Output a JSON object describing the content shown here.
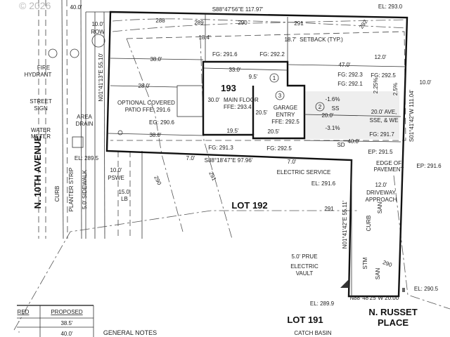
{
  "watermark": "© 2026",
  "lot_number": "193",
  "labels": {
    "row_width": "40.0'",
    "row_offset": "10.0'",
    "row": "ROW",
    "west_bearing": "N01°41'13\"E 55.10'",
    "c288": "288",
    "c289": "289",
    "c290": "290",
    "c291": "291",
    "c292": "292",
    "setback_184": "18.4'",
    "setback_187": "18.7'",
    "north_bearing": "S88°47'56\"E 117.97'",
    "el_293": "EL: 293.0",
    "setback_typ": "SETBACK (TYP.)",
    "fg_2916": "FG: 291.6",
    "fg_2922": "FG: 292.2",
    "d38_top": "38.0'",
    "d47": "47.0'",
    "d12_top": "12.0'",
    "d33": "33.0'",
    "d95": "9.5'",
    "callout_1": "1",
    "callout_2": "2",
    "callout_3": "3",
    "fg_2923": "FG: 292.3",
    "fg_2925_right": "FG: 292.5",
    "fg_2921": "FG: 292.1",
    "slope_225": "2.25%",
    "slope_25": "2.5%",
    "d10_right": "10.0'",
    "d30": "30.0'",
    "main_floor": "MAIN FLOOR",
    "main_ffe": "FFE: 293.4",
    "d28": "28.0'",
    "patio_1": "OPTIONAL COVERED",
    "patio_2": "PATIO FFE: 291.6",
    "slope_16": "-1.6%",
    "ss": "SS",
    "d20_drive": "20.0'",
    "slope_31": "-3.1%",
    "d205_v": "20.5'",
    "garage_1": "GARAGE",
    "garage_2": "ENTRY",
    "garage_ffe": "FFE: 292.5",
    "ave_1": "20.0' AVE,",
    "ave_2": "SSE, & WE",
    "east_bearing": "S01°41'42\"W 111.04'",
    "eg_2906": "EG: 290.6",
    "street_sign_1": "STREET",
    "street_sign_2": "SIGN",
    "fire_1": "FIRE",
    "fire_2": "HYDRANT",
    "area_drain_1": "AREA",
    "area_drain_2": "DRAIN",
    "water_1": "WATER",
    "water_2": "METER",
    "d195": "19.5'",
    "d205_h": "20.5'",
    "fg_2917": "FG: 291.7",
    "d40": "40.0'",
    "sd": "SD",
    "d38_bottom": "38.0'",
    "el_2895": "EL: 289.5",
    "fg_2913": "FG: 291.3",
    "fg_2925": "FG: 292.5",
    "ep_2915": "EP: 291.5",
    "d7_left": "7.0'",
    "d7_right": "7.0'",
    "south_bearing": "S88°18'47\"E 97.96'",
    "edge_1": "EDGE OF",
    "edge_2": "PAVEMENT",
    "ep_2916": "EP: 291.6",
    "electric_service": "ELECTRIC SERVICE",
    "el_2916": "EL: 291.6",
    "d10_pswe": "10.0'",
    "pswe": "PSWE",
    "d15": "15.0'",
    "lb": "LB",
    "avenue": "N. 10TH AVENUE",
    "curb_w": "CURB",
    "planter": "PLANTER STRIP",
    "sidewalk": "5.0' SIDEWALK",
    "lot192": "LOT 192",
    "c290_b": "290",
    "c291_b": "291",
    "c291_c": "291",
    "stem_bearing": "N01°41'42\"E 55.11'",
    "d12_drive": "12.0'",
    "driveway_1": "DRIVEWAY",
    "driveway_2": "APPROACH",
    "curb_e": "CURB",
    "san_1": "SAN",
    "stm": "STM",
    "san_2": "SAN",
    "c290_c": "290",
    "prue": "5.0' PRUE",
    "vault_1": "ELECTRIC",
    "vault_2": "VAULT",
    "el_2905": "EL: 290.5",
    "el_2899": "EL: 289.9",
    "flag_bearing": "N88°48'25\"W 20.00'",
    "lot191": "LOT 191",
    "russet_1": "N. RUSSET",
    "russet_2": "PLACE",
    "catch_basin": "CATCH BASIN",
    "general_notes": "GENERAL NOTES"
  },
  "table": {
    "headers": [
      "RED",
      "PROPOSED"
    ],
    "rows": [
      [
        "'",
        "38.5'"
      ],
      [
        "'",
        "40.0'"
      ]
    ]
  }
}
